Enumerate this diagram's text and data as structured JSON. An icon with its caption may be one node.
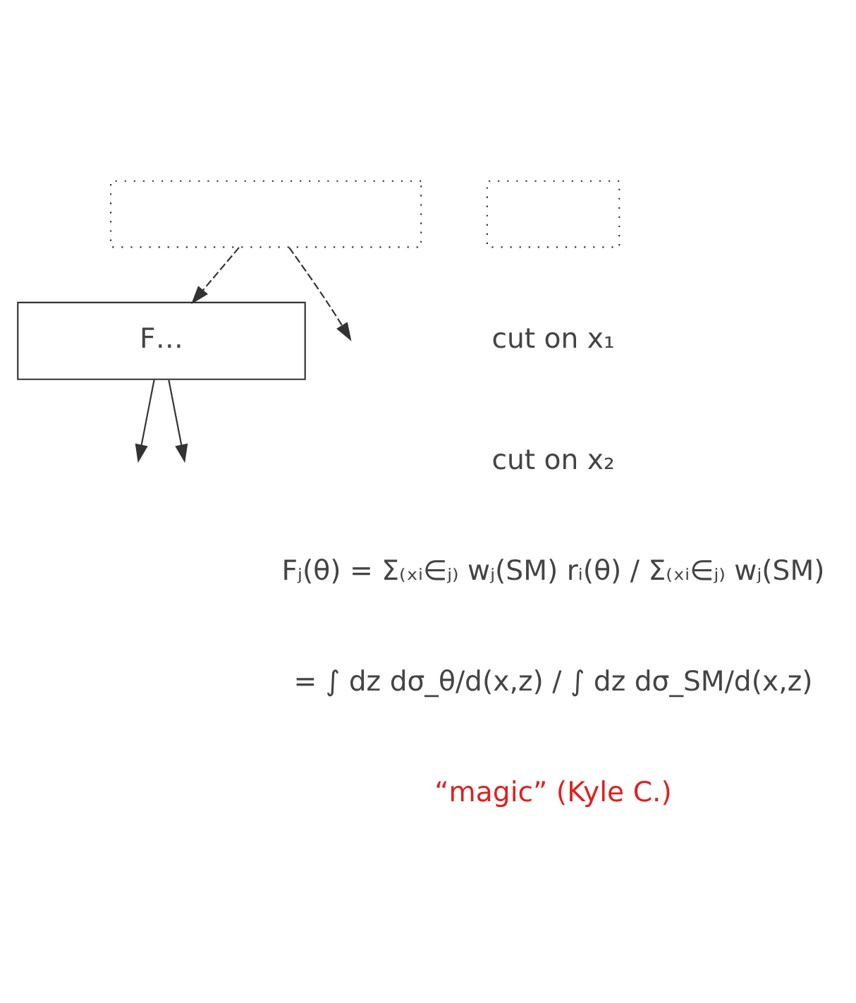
{
  "diagram": {
    "nodes": [
      {
        "text": [],
        "shape": "box"
      },
      {
        "text": [],
        "shape": "box"
      },
      {
        "text": [
          "F…"
        ]
      }
    ],
    "edges": [
      {
        "from": 0,
        "to": 2,
        "arrow": "to",
        "style": "dashed"
      },
      {
        "from": 0,
        "to": null,
        "arrow": "to",
        "style": "dashed"
      },
      {
        "from": 2,
        "to": null,
        "arrow": "to"
      },
      {
        "from": 2,
        "to": null,
        "arrow": "to"
      }
    ],
    "labels": [
      "cut on x₁",
      "cut on x₂",
      "Fⱼ(θ) = Σ₍ₓᵢ∈ⱼ₎ wⱼ(SM) rᵢ(θ) / Σ₍ₓᵢ∈ⱼ₎ wⱼ(SM)",
      "= ∫ dz dσ_θ/d(x,z) / ∫ dz dσ_SM/d(x,z)",
      "“magic” (Kyle C.)"
    ]
  }
}
